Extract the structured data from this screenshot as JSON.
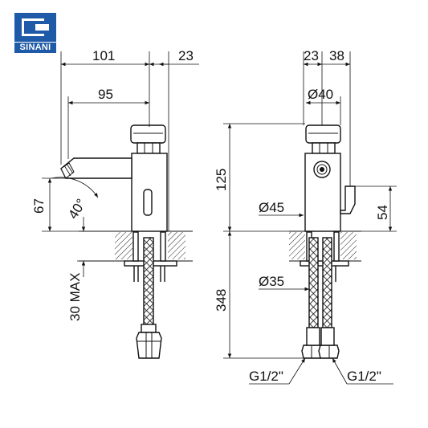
{
  "brand": {
    "name": "SINANI",
    "color": "#1f5aa8"
  },
  "side_view": {
    "dim_total_reach": "101",
    "dim_spout_reach": "95",
    "dim_body_offset": "23",
    "dim_outlet_height": "67",
    "dim_angle": "40°",
    "dim_counter_thickness": "30 MAX"
  },
  "front_view": {
    "dim_body_half": "23",
    "dim_lever_offset": "38",
    "dim_cap_diameter": "Ø40",
    "dim_height": "125",
    "dim_body_diameter": "Ø45",
    "dim_lever_height": "54",
    "dim_hose_length": "348",
    "dim_shank_diameter": "Ø35",
    "thread_left": "G1/2\"",
    "thread_right": "G1/2\""
  }
}
